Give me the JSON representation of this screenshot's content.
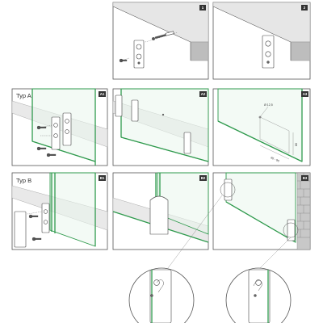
{
  "steps": {
    "s1": {
      "badge": "1"
    },
    "s2": {
      "badge": "2"
    },
    "a1": {
      "badge": "A1",
      "type_label": "Typ A"
    },
    "a2": {
      "badge": "A2"
    },
    "a3": {
      "badge": "A3",
      "dim_diameter": "Ø 12,5",
      "dim_height": "80",
      "dim_width": "60 - 90"
    },
    "b1": {
      "badge": "B1",
      "type_label": "Typ B"
    },
    "b2": {
      "badge": "B2"
    },
    "b3": {
      "badge": "B3"
    }
  },
  "colors": {
    "glass_edge": "#2f9a4d",
    "glass_fill": "#eaf6ec",
    "badge": "#333333",
    "wall": "#bdbdbd"
  }
}
